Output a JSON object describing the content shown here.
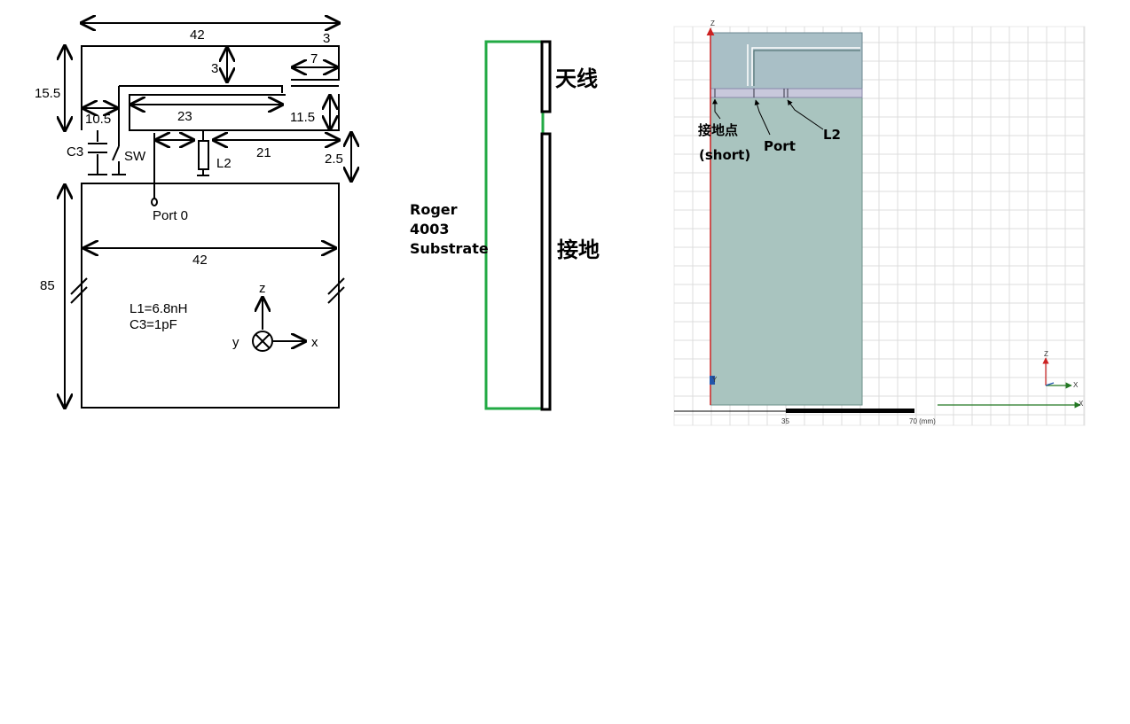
{
  "left_diagram": {
    "dims": {
      "top_width": "42",
      "top_right_gap": "3",
      "height_left": "15.5",
      "inner_gap": "3",
      "slot": "7",
      "left_seg": "10.5",
      "long_seg": "23",
      "right_seg": "11.5",
      "feed_seg": "21",
      "gap_height": "2.5",
      "ground_width": "42",
      "ground_height": "85"
    },
    "labels": {
      "c3": "C3",
      "sw": "SW",
      "l2": "L2",
      "port": "Port 0",
      "l1_value": "L1=6.8nH",
      "c3_value": "C3=1pF",
      "axis_z": "z",
      "axis_y": "y",
      "axis_x": "x"
    }
  },
  "middle_diagram": {
    "substrate_line1": "Roger",
    "substrate_line2": "4003",
    "substrate_line3": "Substrate",
    "antenna": "天线",
    "ground": "接地",
    "colors": {
      "substrate": "#22aa44"
    }
  },
  "right_diagram": {
    "short_label_1": "接地点",
    "short_label_2": "(short)",
    "port_label": "Port",
    "l2_label": "L2",
    "axis_z": "Z",
    "axis_y": "Y",
    "axis_x": "X",
    "scale_mid": "35",
    "scale_end": "70 (mm)",
    "colors": {
      "board": "#a9c4bf",
      "antenna": "#a9bfc6",
      "zaxis": "#cc2222",
      "xaxis": "#227722"
    }
  }
}
